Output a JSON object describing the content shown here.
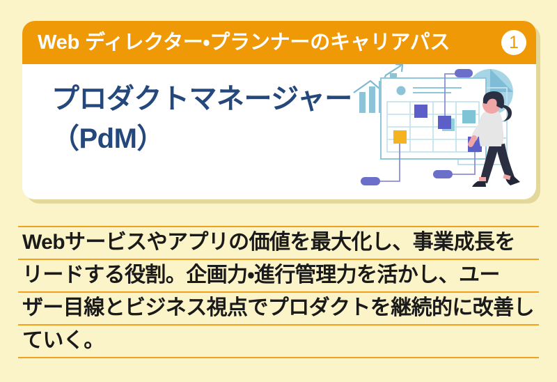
{
  "page": {
    "background_color": "#FCF4C9"
  },
  "card": {
    "background_color": "#FFFFFF",
    "shadow_color": "#E4D79A",
    "header": {
      "background_color": "#F09906",
      "title": "Web ディレクター・プランナーのキャリアパス",
      "badge_number": "1",
      "badge_text_color": "#F09906",
      "title_color": "#FFFFFF"
    },
    "headline": {
      "text": "プロダクトマネージャー\n（PdM）",
      "color": "#24477C"
    },
    "illustration": {
      "name": "woman-at-kanban-board",
      "description": "女性がカンバンボードの前に立ち、付箋とグラフを見ているイラスト",
      "colors": {
        "board_line": "#8EC6DC",
        "sticky_blue": "#5B5FC7",
        "sticky_teal": "#7FC4D6",
        "sticky_yellow": "#F5B321",
        "pill": "#6B6FC9",
        "bar_chart": "#8CC3D6",
        "pie": "#A8D5E5",
        "hair": "#2B2F42",
        "top": "#E6E6E6",
        "pants": "#2B2F42",
        "skin": "#F0A6A6"
      }
    }
  },
  "description": {
    "rule_color": "#F3A11C",
    "text_color": "#1A1A1A",
    "lines": [
      "Webサービスやアプリの価値を最大化し、事業成長を",
      "リードする役割。企画力・進行管理力を活かし、ユー",
      "ザー目線とビジネス視点でプロダクトを継続的に改善し",
      "ていく。"
    ]
  }
}
